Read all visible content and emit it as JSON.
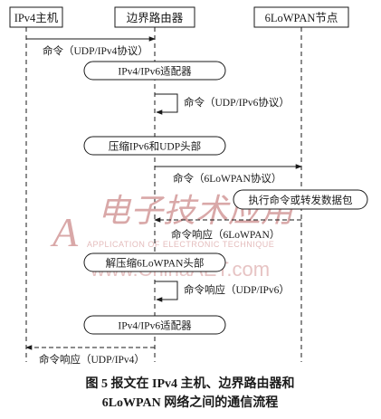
{
  "participants": {
    "ipv4_host": "IPv4主机",
    "edge_router": "边界路由器",
    "sixlowpan_node": "6LoWPAN节点"
  },
  "messages": {
    "cmd_udp_ipv4": "命令（UDP/IPv4协议）",
    "cmd_udp_ipv6": "命令（UDP/IPv6协议）",
    "cmd_6lowpan": "命令（6LoWPAN协议）",
    "resp_6lowpan": "命令响应（6LoWPAN）",
    "resp_udp_ipv6": "命令响应（UDP/IPv6）",
    "resp_udp_ipv4": "命令响应（UDP/IPv4）"
  },
  "activities": {
    "adapter_1": "IPv4/IPv6适配器",
    "compress": "压缩IPv6和UDP头部",
    "execute": "执行命令或转发数据包",
    "decompress": "解压缩6LoWPAN头部",
    "adapter_2": "IPv4/IPv6适配器"
  },
  "watermark": {
    "logo_text": "电子技术应用",
    "tagline": "APPLICATION OF ELECTRONIC TECHNIQUE",
    "url": "www.ChinaAET.com"
  },
  "caption": {
    "line1": "图 5  报文在 IPv4 主机、边界路由器和",
    "line2": "6LoWPAN 网络之间的通信流程"
  }
}
